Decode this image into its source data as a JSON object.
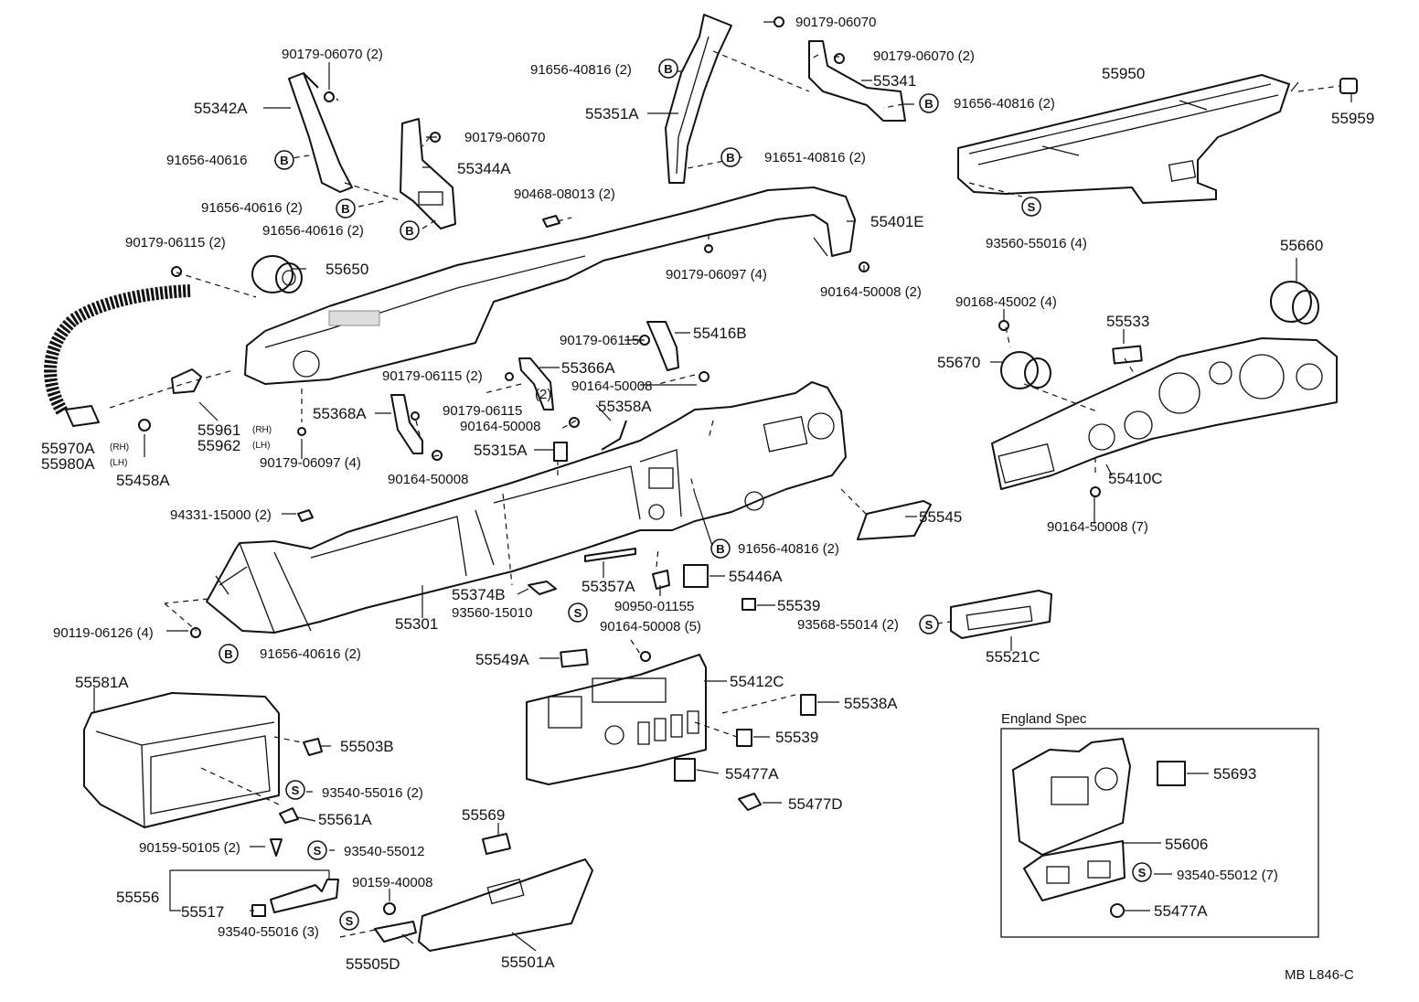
{
  "labels": {
    "p55342A": "55342A",
    "p90179_06070_2a": "90179-06070 (2)",
    "p91656_40616": "91656-40616",
    "p91656_40616_2a": "91656-40616 (2)",
    "p91656_40616_2b": "91656-40616 (2)",
    "p90179_06070": "90179-06070",
    "p55344A": "55344A",
    "p90179_06070_top": "90179-06070",
    "p91656_40816_2a": "91656-40816 (2)",
    "p55351A": "55351A",
    "p90179_06070_2b": "90179-06070 (2)",
    "p55341": "55341",
    "p91656_40816_2b": "91656-40816 (2)",
    "p91651_40816_2": "91651-40816 (2)",
    "p55950": "55950",
    "p55959": "55959",
    "p93560_55016_4": "93560-55016 (4)",
    "p90468_08013_2": "90468-08013 (2)",
    "p55401E": "55401E",
    "p90179_06097_4a": "90179-06097 (4)",
    "p90164_50008_2": "90164-50008 (2)",
    "p90179_06115_2a": "90179-06115 (2)",
    "p55650": "55650",
    "p55660": "55660",
    "p90168_45002_4": "90168-45002 (4)",
    "p55533": "55533",
    "p55670": "55670",
    "p55416B": "55416B",
    "p90179_06115a": "90179-06115",
    "p90179_06115_2b": "90179-06115 (2)",
    "p55366A": "55366A",
    "p2": "(2)",
    "p90164_50008a": "90164-50008",
    "p55368A": "55368A",
    "p90179_06115b": "90179-06115",
    "p90164_50008b": "90164-50008",
    "p55358A": "55358A",
    "p55315A": "55315A",
    "p90164_50008c": "90164-50008",
    "p55961": "55961",
    "p55962": "55962",
    "pRH1": "(RH)",
    "pLH1": "(LH)",
    "p55970A": "55970A",
    "p55980A": "55980A",
    "pRH2": "(RH)",
    "pLH2": "(LH)",
    "p55458A": "55458A",
    "p90179_06097_4b": "90179-06097 (4)",
    "p55410C": "55410C",
    "p90164_50008_7": "90164-50008 (7)",
    "p94331_15000_2": "94331-15000 (2)",
    "p55545": "55545",
    "p91656_40816_2c": "91656-40816 (2)",
    "p55446A": "55446A",
    "p55357A": "55357A",
    "p55374B": "55374B",
    "p93560_15010": "93560-15010",
    "p90950_01155": "90950-01155",
    "p55539a": "55539",
    "p93568_55014_2": "93568-55014 (2)",
    "p55301": "55301",
    "p90164_50008_5": "90164-50008 (5)",
    "p90119_06126_4": "90119-06126 (4)",
    "p91656_40616_2c": "91656-40616 (2)",
    "p55521C": "55521C",
    "p55549A": "55549A",
    "p55412C": "55412C",
    "p55581A": "55581A",
    "p55538A": "55538A",
    "p55539b": "55539",
    "p55503B": "55503B",
    "p55477A": "55477A",
    "p93540_55016_2": "93540-55016 (2)",
    "p55477D": "55477D",
    "p55561A": "55561A",
    "p55569": "55569",
    "p90159_50105_2": "90159-50105 (2)",
    "p93540_55012a": "93540-55012",
    "p55556": "55556",
    "p90159_40008": "90159-40008",
    "p55517": "55517",
    "p93540_55016_3": "93540-55016 (3)",
    "p55505D": "55505D",
    "p55501A": "55501A",
    "england_spec": "England Spec",
    "p55693": "55693",
    "p55606": "55606",
    "p93540_55012_7": "93540-55012 (7)",
    "p55477A_b": "55477A",
    "code": "MB  L846-C"
  },
  "symbols": {
    "bolt": "B",
    "screw": "S"
  }
}
